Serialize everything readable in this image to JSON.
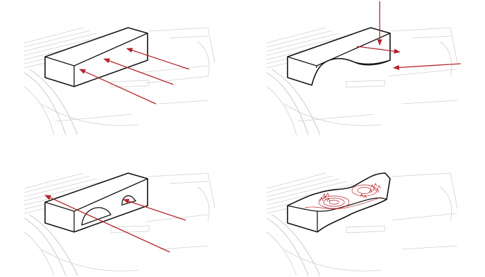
{
  "colors": {
    "accent": "#b5232b",
    "mass_stroke": "#111111",
    "context_stroke": "#cfcfcf",
    "background": "#ffffff"
  },
  "diagram": {
    "panels": [
      {
        "step": 1,
        "operation": "extruded-block",
        "arrows": 3
      },
      {
        "step": 2,
        "operation": "carved-underside",
        "arrows": 3
      },
      {
        "step": 3,
        "operation": "two-openings",
        "arrows": 2
      },
      {
        "step": 4,
        "operation": "landscaped-roof",
        "arrows": 0
      }
    ]
  }
}
